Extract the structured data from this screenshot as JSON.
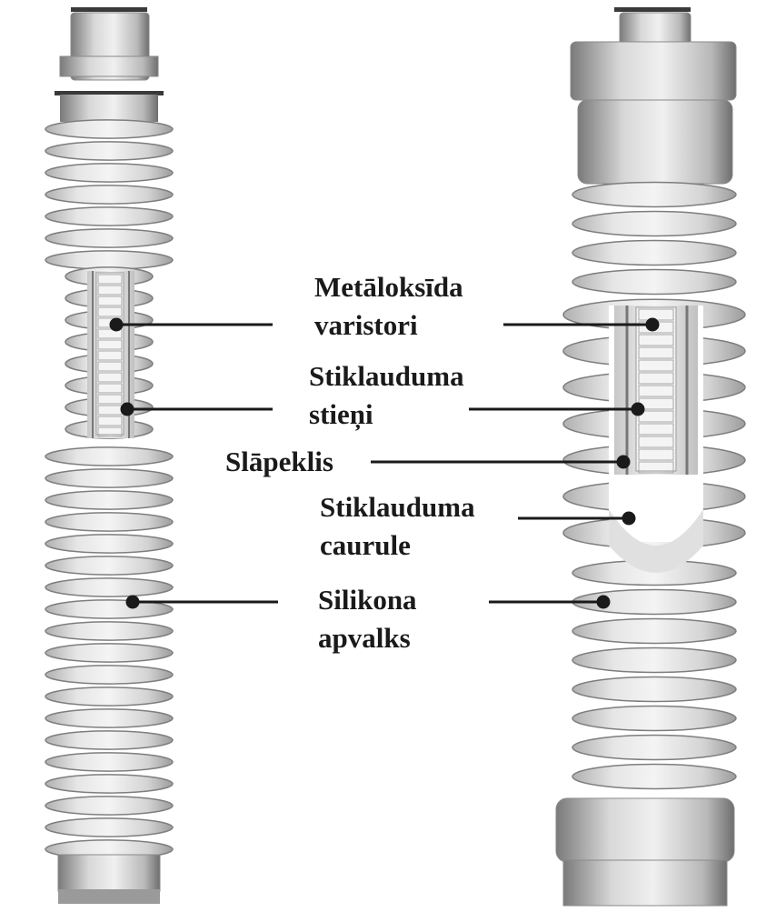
{
  "diagram": {
    "components": [
      {
        "id": "varistors",
        "lines": [
          "Metāloksīda",
          "varistori"
        ]
      },
      {
        "id": "rods",
        "lines": [
          "Stiklauduma",
          "stieņi"
        ]
      },
      {
        "id": "damper",
        "lines": [
          "Slāpeklis"
        ]
      },
      {
        "id": "tube",
        "lines": [
          "Stiklauduma",
          "caurule"
        ]
      },
      {
        "id": "housing",
        "lines": [
          "Silikona",
          "apvalks"
        ]
      }
    ],
    "colors": {
      "shed": "#d6d6d6",
      "shed_dark": "#8f8f8f",
      "core": "#e8e8e8",
      "leader": "#1a1a1a"
    }
  }
}
